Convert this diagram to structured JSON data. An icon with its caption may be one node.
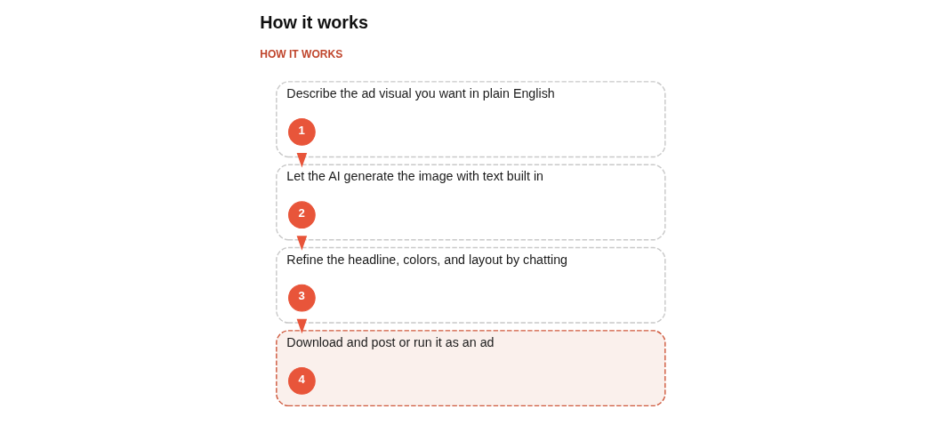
{
  "diagram": {
    "title": "How it works",
    "nodes": [
      {
        "text": [
          "Describe the ad visual you want in plain English"
        ]
      },
      {
        "text": [
          "1"
        ],
        "in": 0
      },
      {
        "text": [
          "Let the AI generate the image with text built in"
        ]
      },
      {
        "text": [
          "2"
        ],
        "in": 2
      },
      {
        "text": [
          "Refine the headline, colors, and layout by chatting"
        ]
      },
      {
        "text": [
          "3"
        ],
        "in": 4
      },
      {
        "text": [
          "Download and post or run it as an ad"
        ]
      },
      {
        "text": [
          "4"
        ],
        "in": 6
      }
    ],
    "edges": [
      {
        "from": 0,
        "to": 2,
        "arrow": "to"
      },
      {
        "from": 2,
        "to": 4,
        "arrow": "to"
      },
      {
        "from": 4,
        "to": 6,
        "arrow": "to"
      }
    ],
    "labels": [
      "HOW IT WORKS"
    ]
  }
}
